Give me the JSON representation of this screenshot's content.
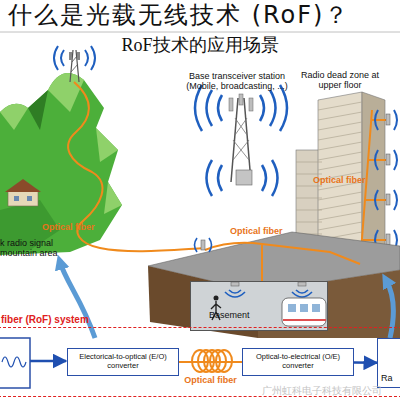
{
  "diagram": {
    "title": "什么是光载无线技术 (RoF)？",
    "nodes": [
      {
        "text": [
          "Basement"
        ]
      },
      {
        "text": [
          "fiber (RoF) system"
        ]
      },
      {
        "text": [
          "Electorical-to-optical (E/O) converter"
        ],
        "in": 1
      },
      {
        "text": [
          "Optical-to-electrical (O/E) converter"
        ],
        "in": 1
      },
      {
        "text": [
          "Ra"
        ],
        "in": 1
      }
    ],
    "edges": [
      {
        "from": 2,
        "to": 3,
        "label": "Optical fiber",
        "arrow": "none"
      },
      {
        "from": 3,
        "to": 4,
        "arrow": "to"
      }
    ],
    "labels": [
      "RoF技术的应用场景",
      "Base transceiver station (Mobile, broadcasting, ...)",
      "Radio dead zone at upper floor",
      "k radio signal mountain area",
      "Optical fiber",
      "Optical fiber",
      "Optical fiber",
      "广州虹科电子科技有限公司"
    ]
  }
}
